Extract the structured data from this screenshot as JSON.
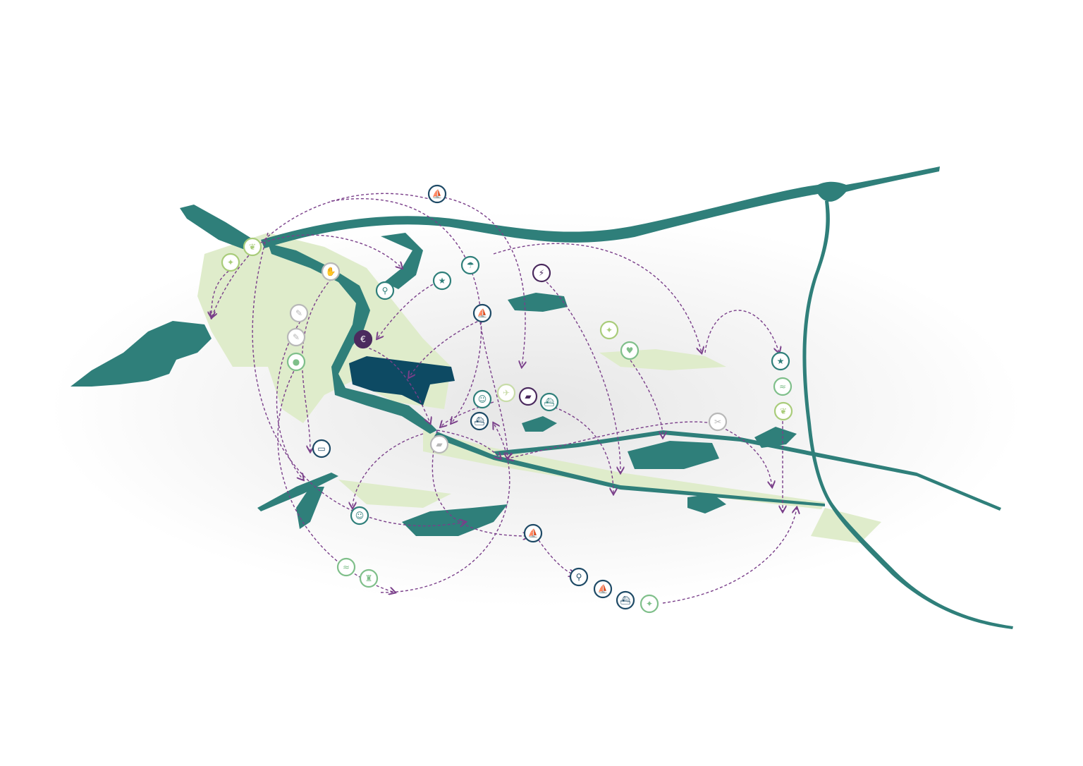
{
  "colors": {
    "water": "#2f7f7a",
    "lake": "#0d4a63",
    "green_zone": "#dfeccb",
    "flow_arrow": "#7a3f8a",
    "icon_navy": "#1e4a66",
    "icon_teal": "#2f7f7a",
    "icon_green": "#7fbf8a",
    "icon_light_green": "#a9cc7a",
    "icon_purple": "#4b2a5e",
    "icon_grey": "#b8b8b8"
  },
  "icons": [
    {
      "name": "sailing",
      "glyph": "⛵",
      "color": "#1e4a66"
    },
    {
      "name": "leaf",
      "glyph": "❦",
      "color": "#a9cc7a"
    },
    {
      "name": "walker",
      "glyph": "✦",
      "color": "#a9cc7a"
    },
    {
      "name": "hand",
      "glyph": "✋",
      "color": "#b8b8b8"
    },
    {
      "name": "water-tap",
      "glyph": "⚲",
      "color": "#2f7f7a"
    },
    {
      "name": "starfish",
      "glyph": "★",
      "color": "#2f7f7a"
    },
    {
      "name": "beach",
      "glyph": "☂",
      "color": "#2f7f7a"
    },
    {
      "name": "energy",
      "glyph": "⚡",
      "color": "#4b2a5e"
    },
    {
      "name": "sailing",
      "glyph": "⛵",
      "color": "#1e4a66"
    },
    {
      "name": "craft",
      "glyph": "✎",
      "color": "#b8b8b8"
    },
    {
      "name": "education",
      "glyph": "✎",
      "color": "#b8b8b8"
    },
    {
      "name": "money",
      "glyph": "€",
      "color": "#4b2a5e",
      "filled": true
    },
    {
      "name": "food",
      "glyph": "●",
      "color": "#7fbf8a"
    },
    {
      "name": "runner",
      "glyph": "✦",
      "color": "#a9cc7a"
    },
    {
      "name": "health",
      "glyph": "♥",
      "color": "#7fbf8a"
    },
    {
      "name": "starfish",
      "glyph": "★",
      "color": "#2f7f7a"
    },
    {
      "name": "swimming",
      "glyph": "≈",
      "color": "#7fbf8a"
    },
    {
      "name": "leaf",
      "glyph": "❦",
      "color": "#a9cc7a"
    },
    {
      "name": "theatre",
      "glyph": "☺",
      "color": "#2f7f7a"
    },
    {
      "name": "bird",
      "glyph": "✈",
      "color": "#c8dca8"
    },
    {
      "name": "bread",
      "glyph": "▰",
      "color": "#4b2a5e"
    },
    {
      "name": "ferry",
      "glyph": "⛴",
      "color": "#2f7f7a"
    },
    {
      "name": "ferry",
      "glyph": "⛴",
      "color": "#1e4a66"
    },
    {
      "name": "bread",
      "glyph": "▰",
      "color": "#b8b8b8"
    },
    {
      "name": "restaurant",
      "glyph": "✂",
      "color": "#b8b8b8"
    },
    {
      "name": "bus",
      "glyph": "▭",
      "color": "#1e4a66"
    },
    {
      "name": "theatre",
      "glyph": "☺",
      "color": "#2f7f7a"
    },
    {
      "name": "swimming",
      "glyph": "≈",
      "color": "#7fbf8a"
    },
    {
      "name": "monument",
      "glyph": "♜",
      "color": "#7fbf8a"
    },
    {
      "name": "sailing",
      "glyph": "⛵",
      "color": "#1e4a66"
    },
    {
      "name": "cycling",
      "glyph": "⚲",
      "color": "#1e4a66"
    },
    {
      "name": "sailing",
      "glyph": "⛵",
      "color": "#1e4a66"
    },
    {
      "name": "ferry",
      "glyph": "⛴",
      "color": "#1e4a66"
    },
    {
      "name": "hiking",
      "glyph": "✦",
      "color": "#7fbf8a"
    }
  ]
}
